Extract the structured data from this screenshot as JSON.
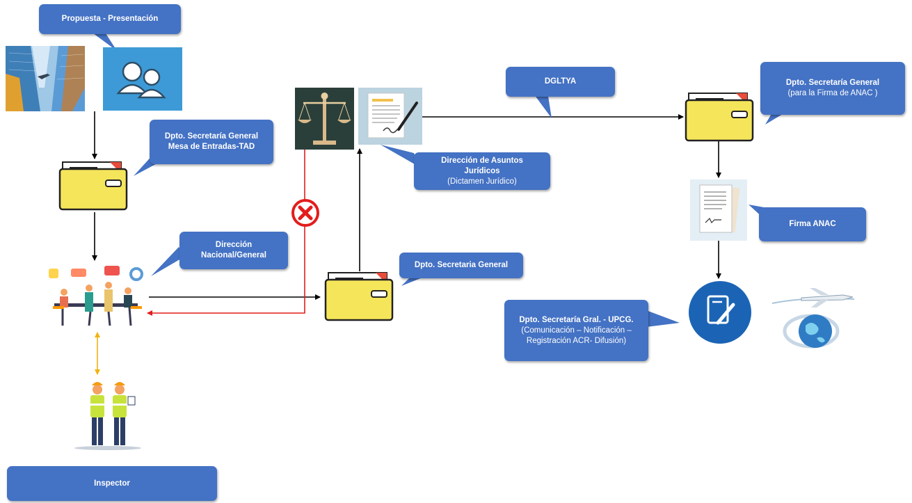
{
  "callouts": {
    "propuesta": {
      "title": "Propuesta - Presentación"
    },
    "mesa": {
      "line1": "Dpto. Secretaría General",
      "line2": "Mesa de Entradas-TAD"
    },
    "direccion_nac": {
      "line1": "Dirección",
      "line2": "Nacional/General"
    },
    "juridicos": {
      "line1": "Dirección de Asuntos",
      "line2": "Jurídicos",
      "line3": "(Dictamen Jurídico)"
    },
    "dgltya": {
      "title": "DGLTYA"
    },
    "secretaria_general": {
      "title": "Dpto. Secretaria General"
    },
    "secretaria_firma": {
      "line1": "Dpto. Secretaría  General",
      "line2": "(para la Firma de ANAC )"
    },
    "firma_anac": {
      "title": "Firma ANAC"
    },
    "upcg": {
      "line1": "Dpto. Secretaría Gral. -  UPCG.",
      "line2": "(Comunicación – Notificación –",
      "line3": "Registración ACR- Difusión)"
    },
    "inspector": {
      "title": "Inspector"
    }
  },
  "icons": [
    "city-photo-icon",
    "people-icon",
    "folder-icon",
    "team-meeting-icon",
    "inspectors-icon",
    "scales-of-justice-icon",
    "signed-document-icon",
    "reject-x-icon",
    "contract-document-icon",
    "edit-document-icon",
    "airplane-globe-icon"
  ],
  "colors": {
    "callout": "#4472c4",
    "flow_arrow": "#000000",
    "reject_arrow": "#e31c1c",
    "inspector_arrow": "#f2b20f",
    "folder": "#f5e55a",
    "folder_outline": "#222222"
  }
}
